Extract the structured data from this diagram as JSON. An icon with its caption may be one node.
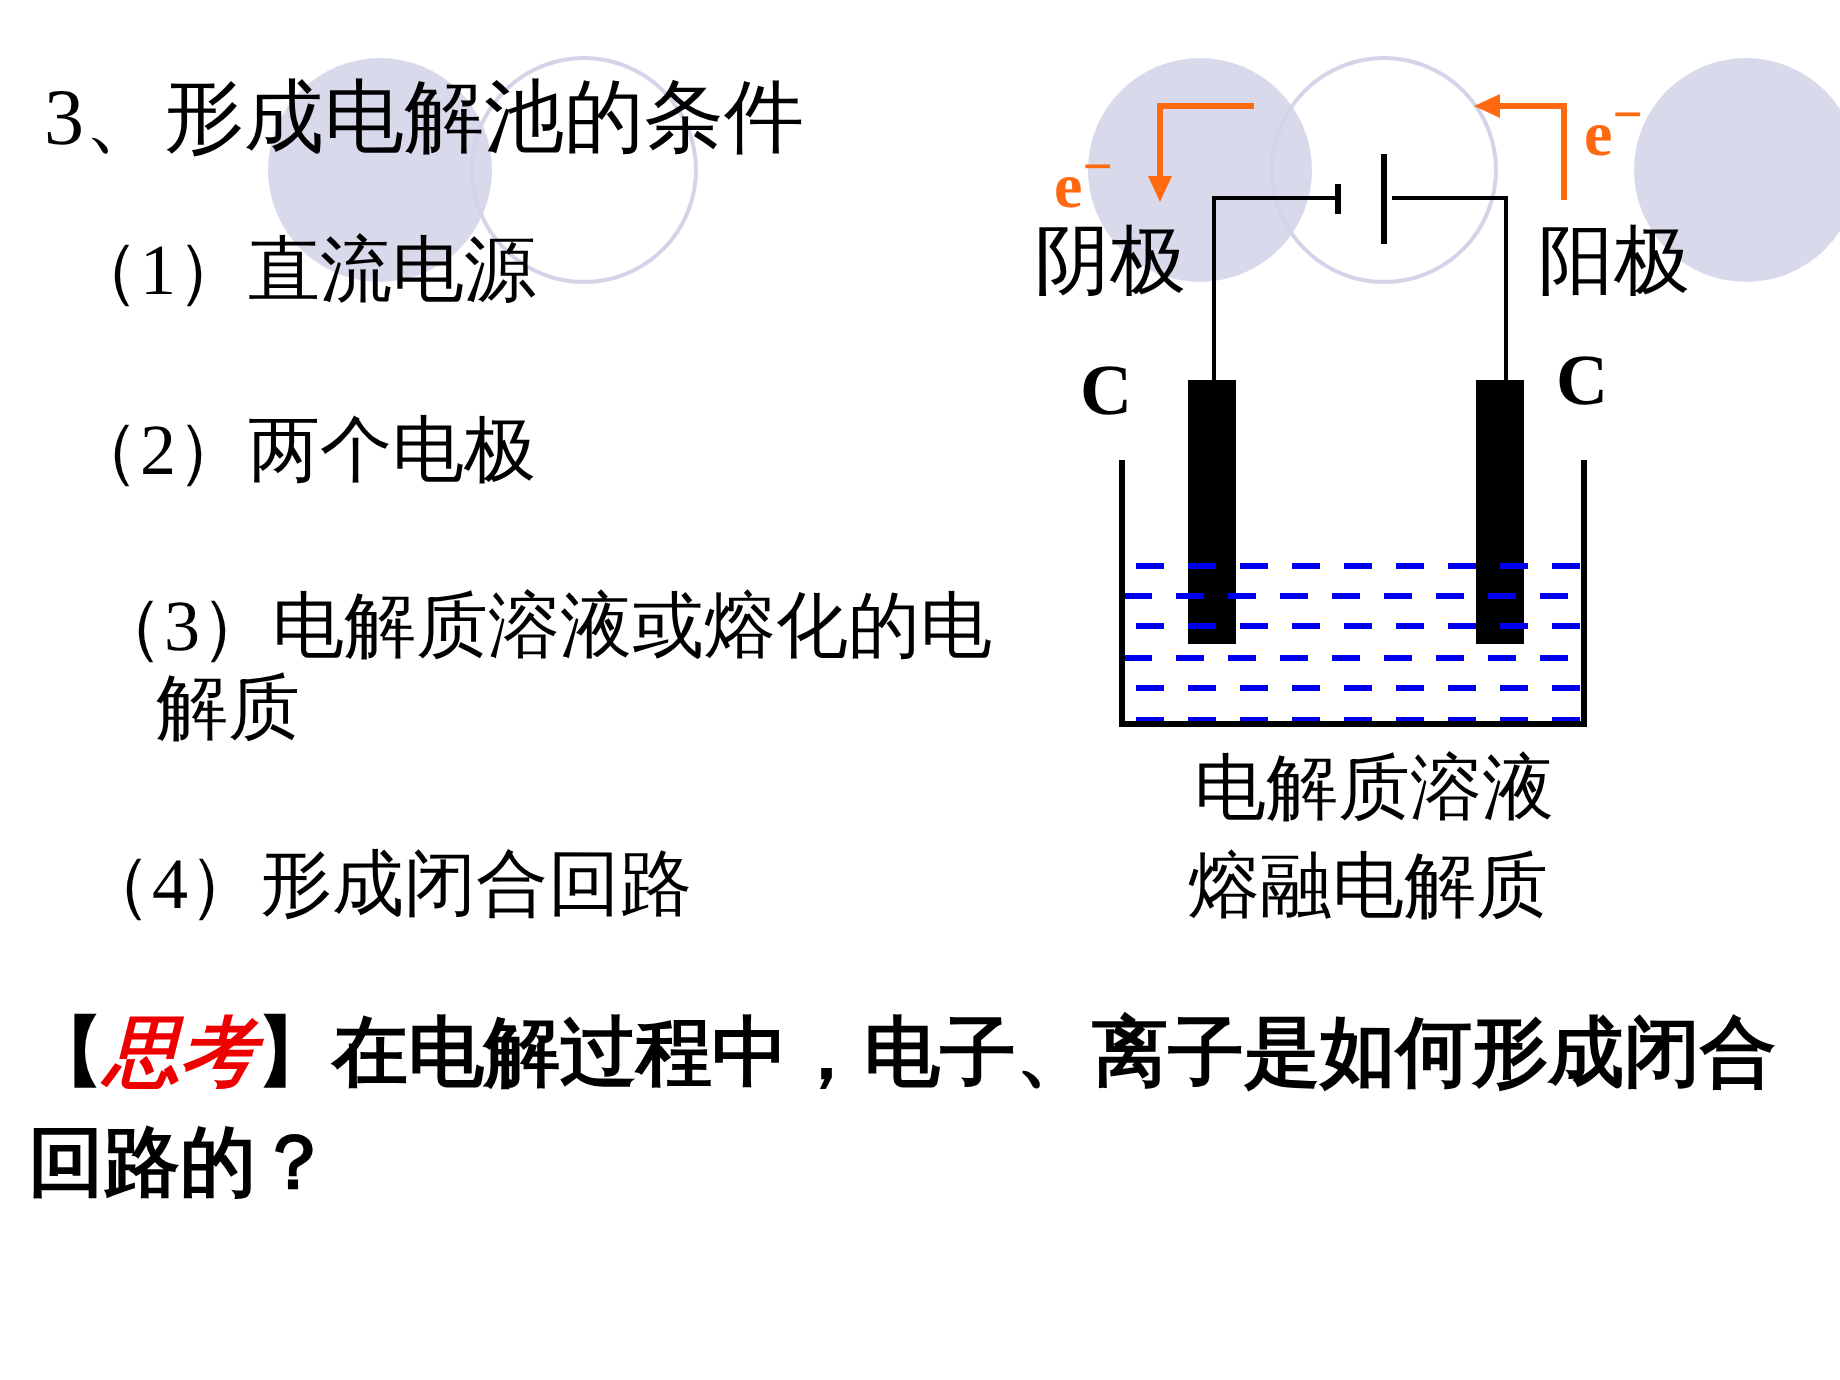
{
  "diagram": {
    "title": "3、形成电解池的条件",
    "labels": [
      "（1）直流电源",
      "（2）两个电极",
      "（3）电解质溶液或熔化的电解质",
      "（4）形成闭合回路",
      "e$^{−}$",
      "e$^{−}$",
      "阴极",
      "阳极",
      "C",
      "C",
      "电解质溶液",
      "熔融电解质",
      "【",
      "思考",
      "】在电解过程中，电子、离子是如何形成闭合回路的？"
    ]
  }
}
